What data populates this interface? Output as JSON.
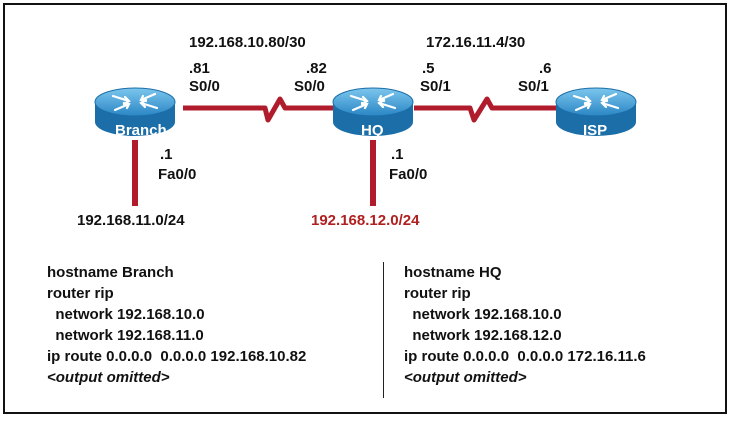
{
  "colors": {
    "router_fill": "#3fa0dc",
    "router_dark": "#1c6ea8",
    "router_top": "#8fd0f4",
    "link": "#b01c2c",
    "hq_subnet_text": "#b02020"
  },
  "links": {
    "branch_hq": {
      "network": "192.168.10.80/30",
      "branch_ip": ".81",
      "branch_if": "S0/0",
      "hq_ip": ".82",
      "hq_if": "S0/0"
    },
    "hq_isp": {
      "network": "172.16.11.4/30",
      "hq_ip": ".5",
      "hq_if": "S0/1",
      "isp_ip": ".6",
      "isp_if": "S0/1"
    }
  },
  "routers": {
    "branch": {
      "name": "Branch",
      "lan_ip": ".1",
      "lan_if": "Fa0/0",
      "lan_network": "192.168.11.0/24"
    },
    "hq": {
      "name": "HQ",
      "lan_ip": ".1",
      "lan_if": "Fa0/0",
      "lan_network": "192.168.12.0/24"
    },
    "isp": {
      "name": "ISP"
    }
  },
  "configs": {
    "branch": {
      "lines": [
        "hostname Branch",
        "router rip",
        "  network 192.168.10.0",
        "  network 192.168.11.0",
        "ip route 0.0.0.0  0.0.0.0 192.168.10.82"
      ],
      "omitted": "<output omitted>"
    },
    "hq": {
      "lines": [
        "hostname HQ",
        "router rip",
        "  network 192.168.10.0",
        "  network 192.168.12.0",
        "ip route 0.0.0.0  0.0.0.0 172.16.11.6"
      ],
      "omitted": "<output omitted>"
    }
  }
}
